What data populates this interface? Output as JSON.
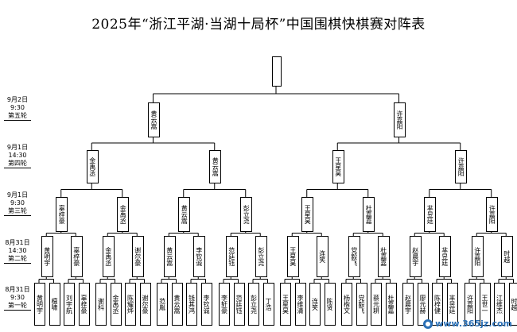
{
  "title": "2025年“浙江平湖·当湖十局杯”中国围棋快棋赛对阵表",
  "watermark": "www.365jz.com",
  "champion": "",
  "rounds": [
    {
      "date": "9月2日",
      "time": "9:30",
      "name": "第五轮"
    },
    {
      "date": "9月1日",
      "time": "14:30",
      "name": "第四轮"
    },
    {
      "date": "9月1日",
      "time": "9:30",
      "name": "第三轮"
    },
    {
      "date": "8月31日",
      "time": "14:30",
      "name": "第二轮"
    },
    {
      "date": "8月31日",
      "time": "9:30",
      "name": "第一轮"
    }
  ],
  "players_r1": [
    "黄明宇",
    "檀啸",
    "刘宇航",
    "辜梓豪",
    "谢科",
    "金禹丞",
    "陈耀烨",
    "谢尔豪",
    "范胤",
    "黄云嵩",
    "钱其鸿",
    "李钦诚",
    "李轩豪",
    "范廷钰",
    "彭立尧",
    "丁浩",
    "王星昊",
    "李维清",
    "连笑",
    "陈贤",
    "杨楷文",
    "党毅飞",
    "蔡元耕",
    "杜嘉嘉",
    "赵晨宇",
    "廖元赫",
    "陈梓健",
    "芈昱廷",
    "许嘉阳",
    "王世一",
    "江维杰",
    "时越"
  ],
  "winners_r2": [
    "黄明宇",
    "辜梓豪",
    "金禹丞",
    "谢尔豪",
    "黄云嵩",
    "李钦诚",
    "范廷钰",
    "彭立尧",
    "王星昊",
    "连笑",
    "党毅飞",
    "杜嘉嘉",
    "赵晨宇",
    "芈昱廷",
    "许嘉阳",
    "时越"
  ],
  "winners_r3": [
    "辜梓豪",
    "金禹丞",
    "黄云嵩",
    "彭立尧",
    "王星昊",
    "杜嘉嘉",
    "芈昱廷",
    "许嘉阳"
  ],
  "winners_r4": [
    "金禹丞",
    "黄云嵩",
    "王星昊",
    "许嘉阳"
  ],
  "winners_r5": [
    "黄云嵩",
    "许嘉阳"
  ]
}
